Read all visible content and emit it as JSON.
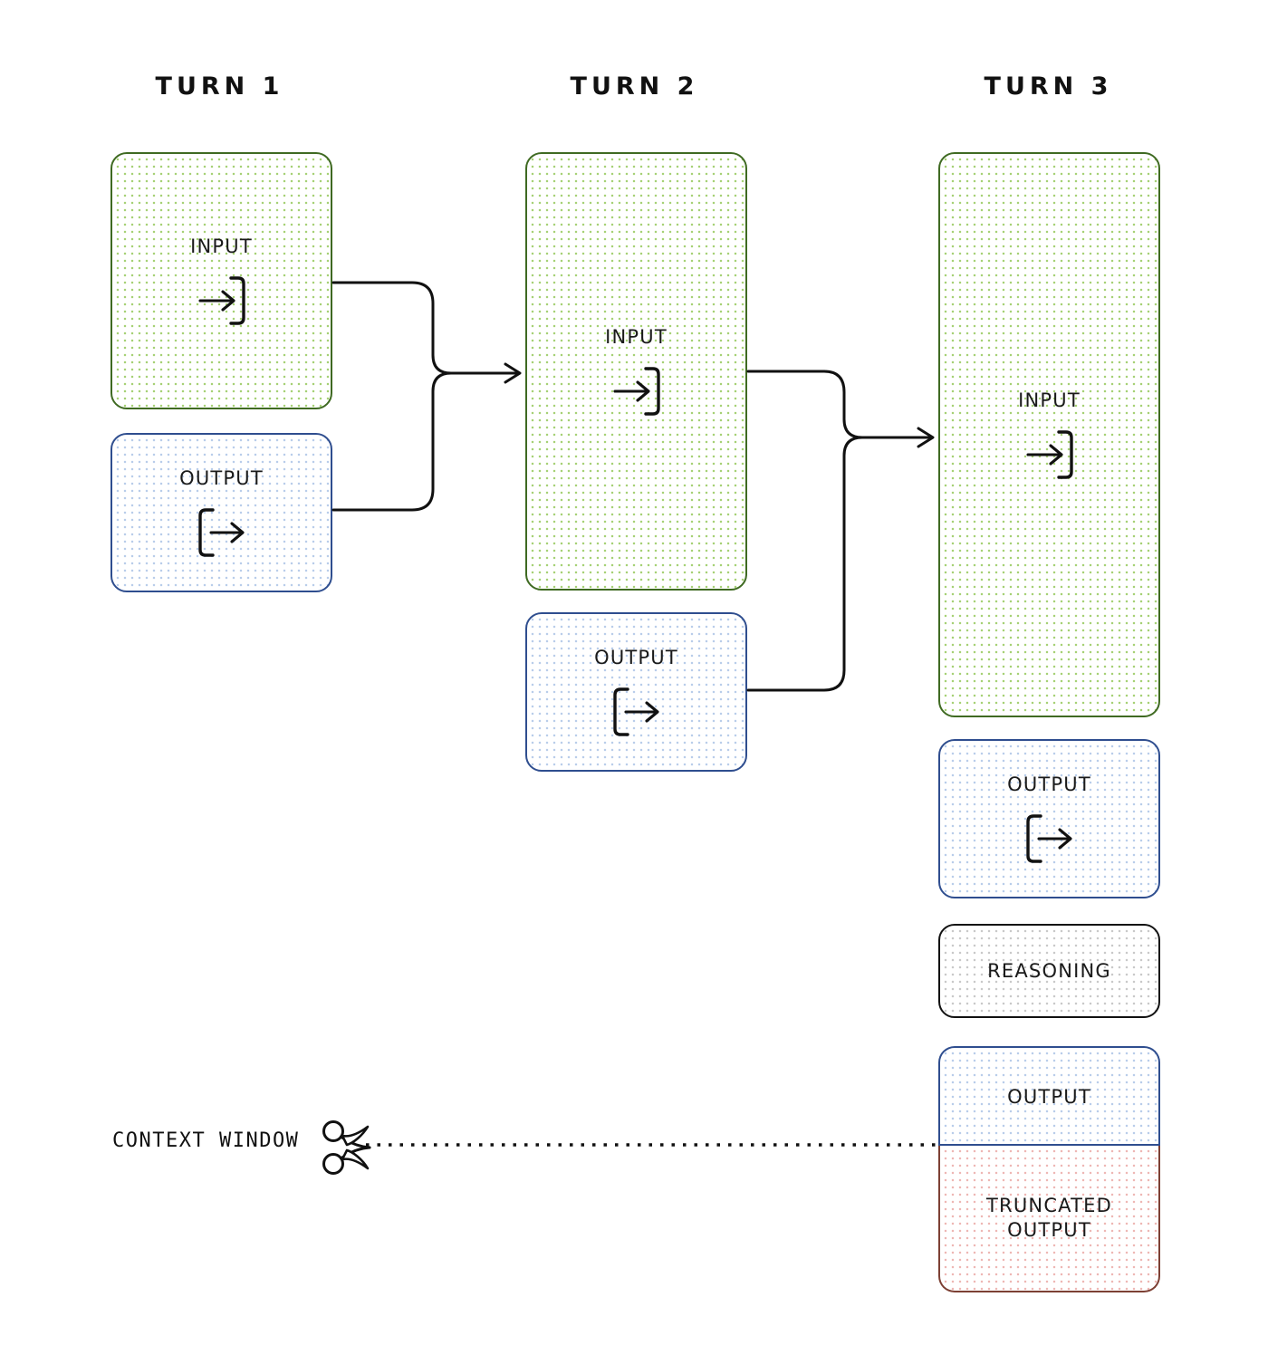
{
  "diagram": {
    "title_context_window": "CONTEXT WINDOW",
    "columns": [
      {
        "heading": "TURN 1",
        "blocks": [
          {
            "label": "INPUT",
            "kind": "input",
            "icon": "arrow-into-bracket-icon"
          },
          {
            "label": "OUTPUT",
            "kind": "output",
            "icon": "bracket-into-arrow-icon"
          }
        ]
      },
      {
        "heading": "TURN 2",
        "blocks": [
          {
            "label": "INPUT",
            "kind": "input",
            "icon": "arrow-into-bracket-icon"
          },
          {
            "label": "OUTPUT",
            "kind": "output",
            "icon": "bracket-into-arrow-icon"
          }
        ]
      },
      {
        "heading": "TURN 3",
        "blocks": [
          {
            "label": "INPUT",
            "kind": "input",
            "icon": "arrow-into-bracket-icon"
          },
          {
            "label": "OUTPUT",
            "kind": "output",
            "icon": "bracket-into-arrow-icon"
          },
          {
            "label": "REASONING",
            "kind": "reasoning",
            "icon": ""
          },
          {
            "label": "OUTPUT",
            "kind": "output",
            "icon": ""
          },
          {
            "label": "TRUNCATED\nOUTPUT",
            "kind": "truncated",
            "icon": ""
          }
        ]
      }
    ],
    "icons": {
      "scissors": "scissors-icon"
    },
    "colors": {
      "input_border": "#3f6a22",
      "input_dots": "#a6d175",
      "output_border": "#2f4e8f",
      "output_dots": "#b9cdea",
      "reasoning_border": "#121212",
      "reasoning_dots": "#c9c9c9",
      "truncated_border": "#7d4034",
      "truncated_dots": "#eeb7b4",
      "connector": "#111111",
      "text": "#111111",
      "background": "#ffffff"
    }
  }
}
